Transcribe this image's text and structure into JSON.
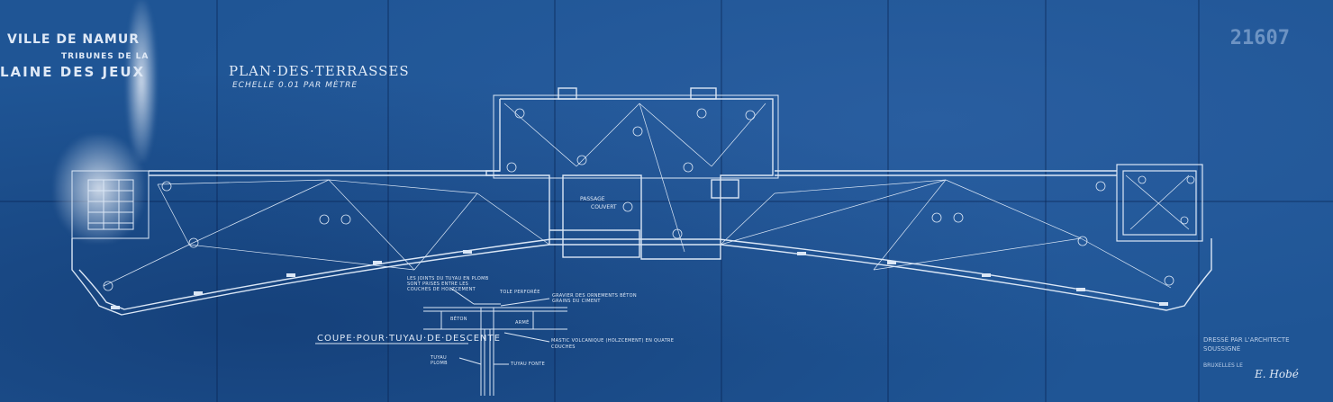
{
  "header": {
    "line1": "VILLE DE NAMUR",
    "line2": "TRIBUNES DE LA",
    "line3": "LAINE DES JEUX"
  },
  "sheet_number": "21607",
  "plan": {
    "title": "PLAN·DES·TERRASSES",
    "scale": "ECHELLE 0.01 PAR MÈTRE",
    "passage": "PASSAGE",
    "couvert": "COUVERT"
  },
  "section": {
    "title": "COUPE·POUR·TUYAU·DE·DESCENTE",
    "labels": {
      "couche": "LES JOINTS DU TUYAU EN PLOMB SONT PRISES ENTRE LES COUCHES DE HOLZCEMENT",
      "tole": "TOLE PERFORÉE",
      "gravier": "GRAVIER DES ORNEMENTS BÉTON GRAINS DU CIMENT",
      "beton": "BÉTON",
      "arme": "ARMÉ",
      "mastic": "MASTIC VOLCANIQUE (HOLZCEMENT) EN QUATRE COUCHES",
      "plomb": "TUYAU PLOMB",
      "fonte": "TUYAU FONTE"
    }
  },
  "footer": {
    "architect_line1": "DRESSÉ PAR L'ARCHITECTE",
    "architect_line2": "SOUSSIGNÉ",
    "place_date": "BRUXELLES LE",
    "signature": "E. Hobé"
  },
  "colors": {
    "paper": "#1f5595",
    "lines": "#dbe7f6"
  }
}
